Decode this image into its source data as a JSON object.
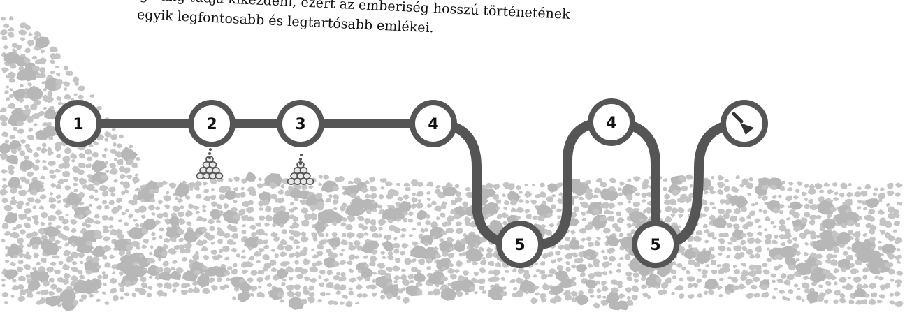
{
  "caption": {
    "line1": "ga ang tudja kikezdeni, ezért az emberiség hosszú történetének",
    "line2": "egyik legfontosabb és legtartósabb emlékei."
  },
  "steps": [
    {
      "label": "1"
    },
    {
      "label": "2"
    },
    {
      "label": "3"
    },
    {
      "label": "4"
    },
    {
      "label": "5"
    },
    {
      "label": "4"
    },
    {
      "label": "5"
    },
    {
      "icon": "trowel-icon"
    }
  ],
  "colors": {
    "path": "#555555",
    "stone": "#c4c4c4",
    "stone_dark": "#b7b7b7",
    "circle_fill": "#ffffff",
    "text": "#111111"
  }
}
